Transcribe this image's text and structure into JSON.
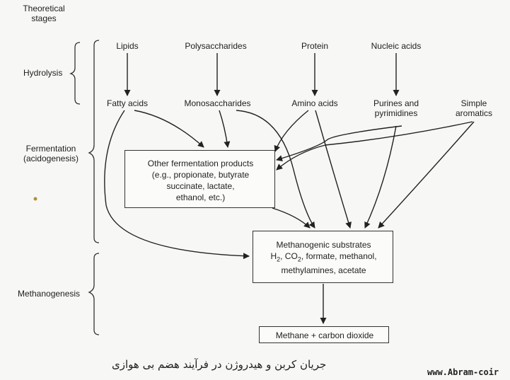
{
  "stages": {
    "header_line1": "Theoretical",
    "header_line2": "stages",
    "hydrolysis": "Hydrolysis",
    "fermentation_line1": "Fermentation",
    "fermentation_line2": "(acidogenesis)",
    "methanogenesis": "Methanogenesis"
  },
  "substrates": {
    "lipids": "Lipids",
    "polysaccharides": "Polysaccharides",
    "protein": "Protein",
    "nucleic_acids": "Nucleic acids"
  },
  "hydrolysis_products": {
    "fatty_acids": "Fatty acids",
    "monosaccharides": "Monosaccharides",
    "amino_acids": "Amino acids",
    "purines_line1": "Purines and",
    "purines_line2": "pyrimidines",
    "aromatics_line1": "Simple",
    "aromatics_line2": "aromatics"
  },
  "fermentation_box": {
    "line1": "Other fermentation products",
    "line2": "(e.g., propionate, butyrate",
    "line3": "succinate, lactate,",
    "line4": "ethanol, etc.)"
  },
  "methanogenic_box": {
    "line1": "Methanogenic substrates",
    "line2_h": "H",
    "line2_sub1": "2",
    "line2_mid": ", CO",
    "line2_sub2": "2",
    "line2_rest": ", formate, methanol,",
    "line3": "methylamines, acetate"
  },
  "final_box": {
    "label": "Methane + carbon dioxide"
  },
  "caption": "جریان کربن و هیدروژن در فرآیند هضم بی هوازی",
  "website": "www.Abram-coir"
}
